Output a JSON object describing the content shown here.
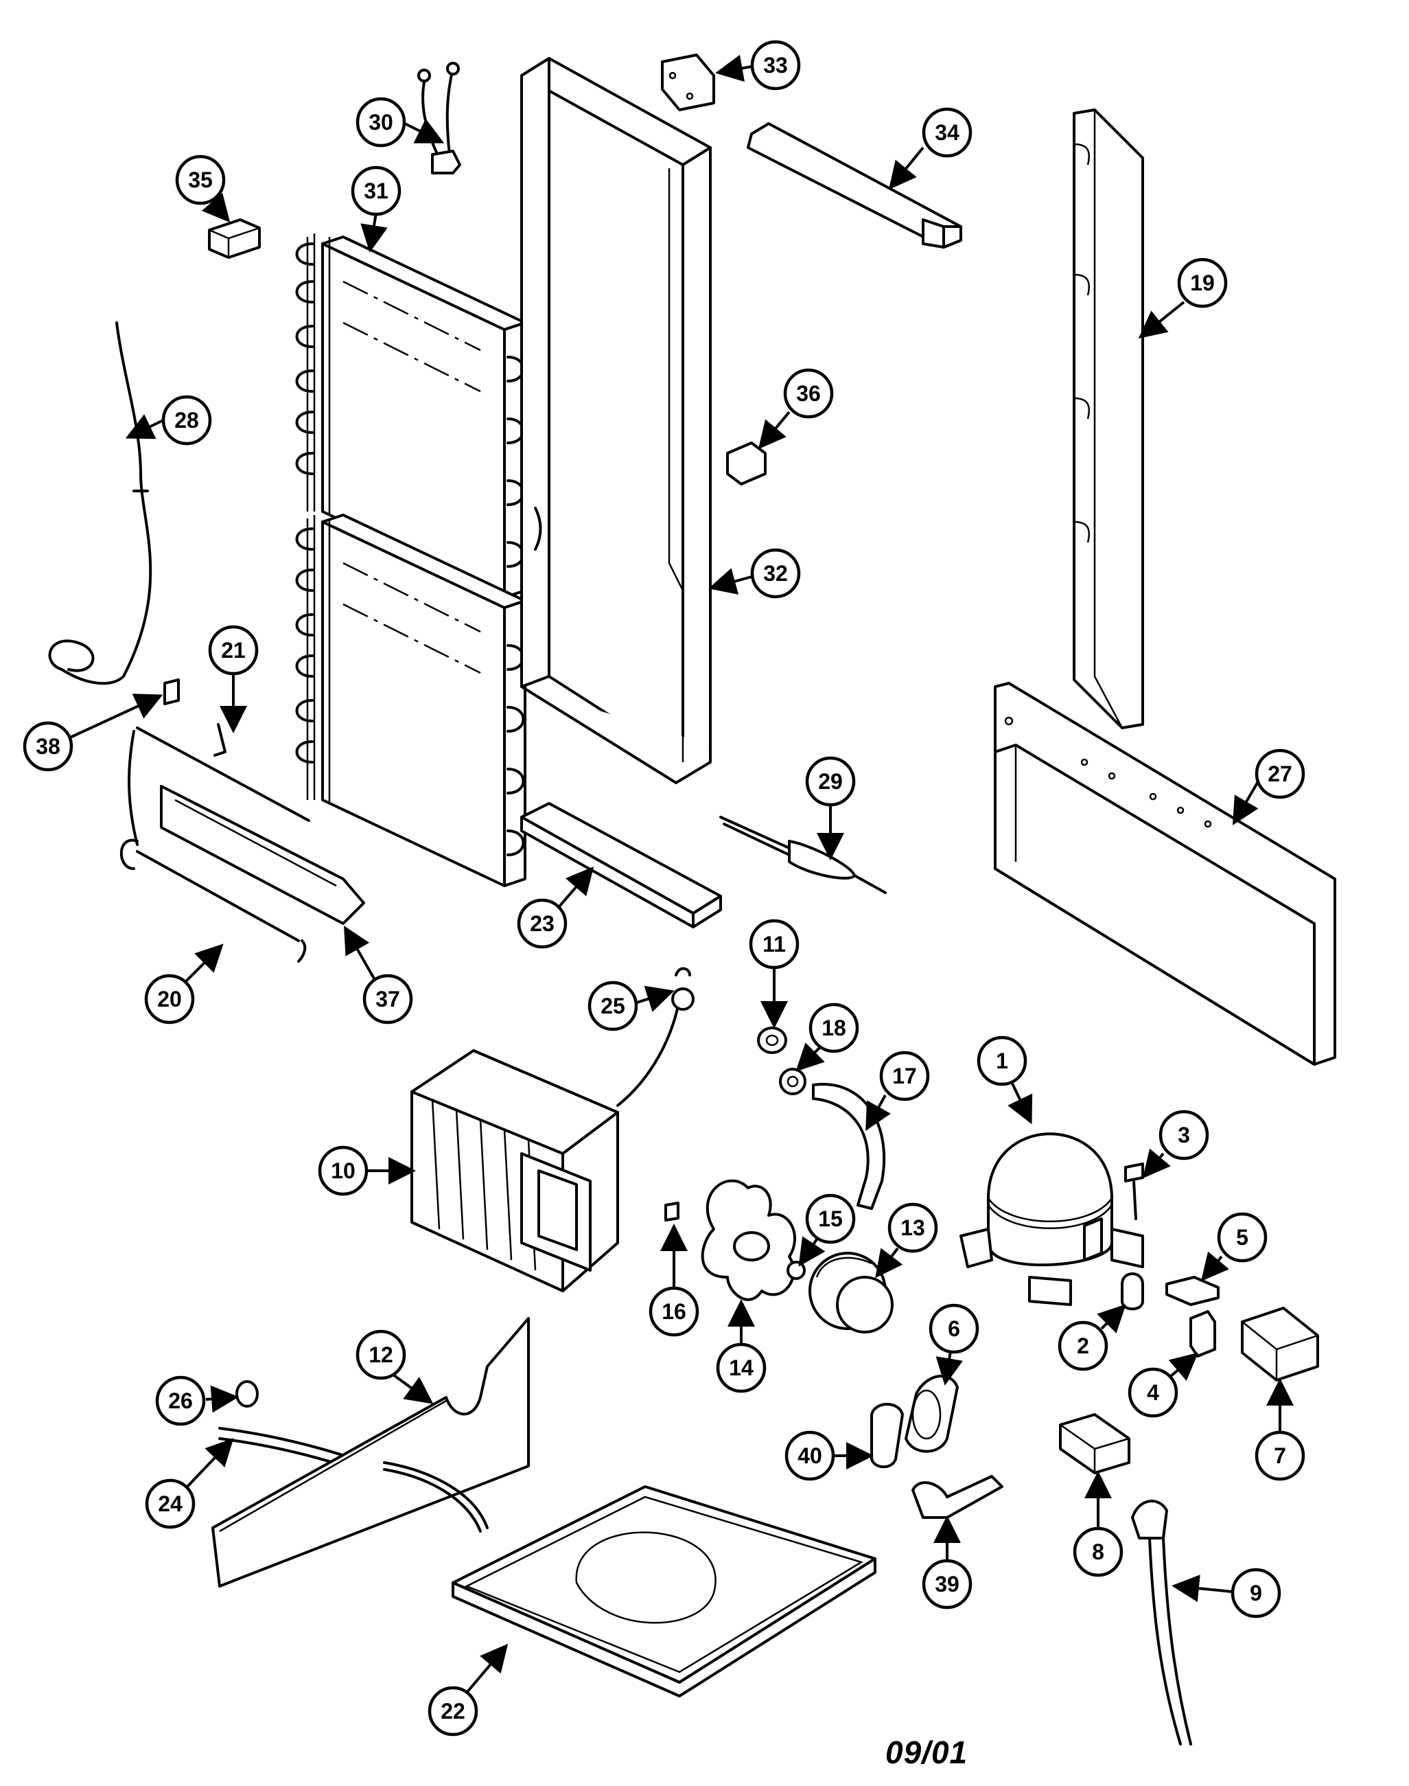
{
  "diagram": {
    "date_code": "09/01",
    "callouts": [
      "1",
      "2",
      "3",
      "4",
      "5",
      "6",
      "7",
      "8",
      "9",
      "10",
      "11",
      "12",
      "13",
      "14",
      "15",
      "16",
      "17",
      "18",
      "19",
      "20",
      "21",
      "22",
      "23",
      "24",
      "25",
      "26",
      "27",
      "28",
      "29",
      "30",
      "31",
      "32",
      "33",
      "34",
      "35",
      "36",
      "37",
      "38",
      "39",
      "40"
    ]
  }
}
